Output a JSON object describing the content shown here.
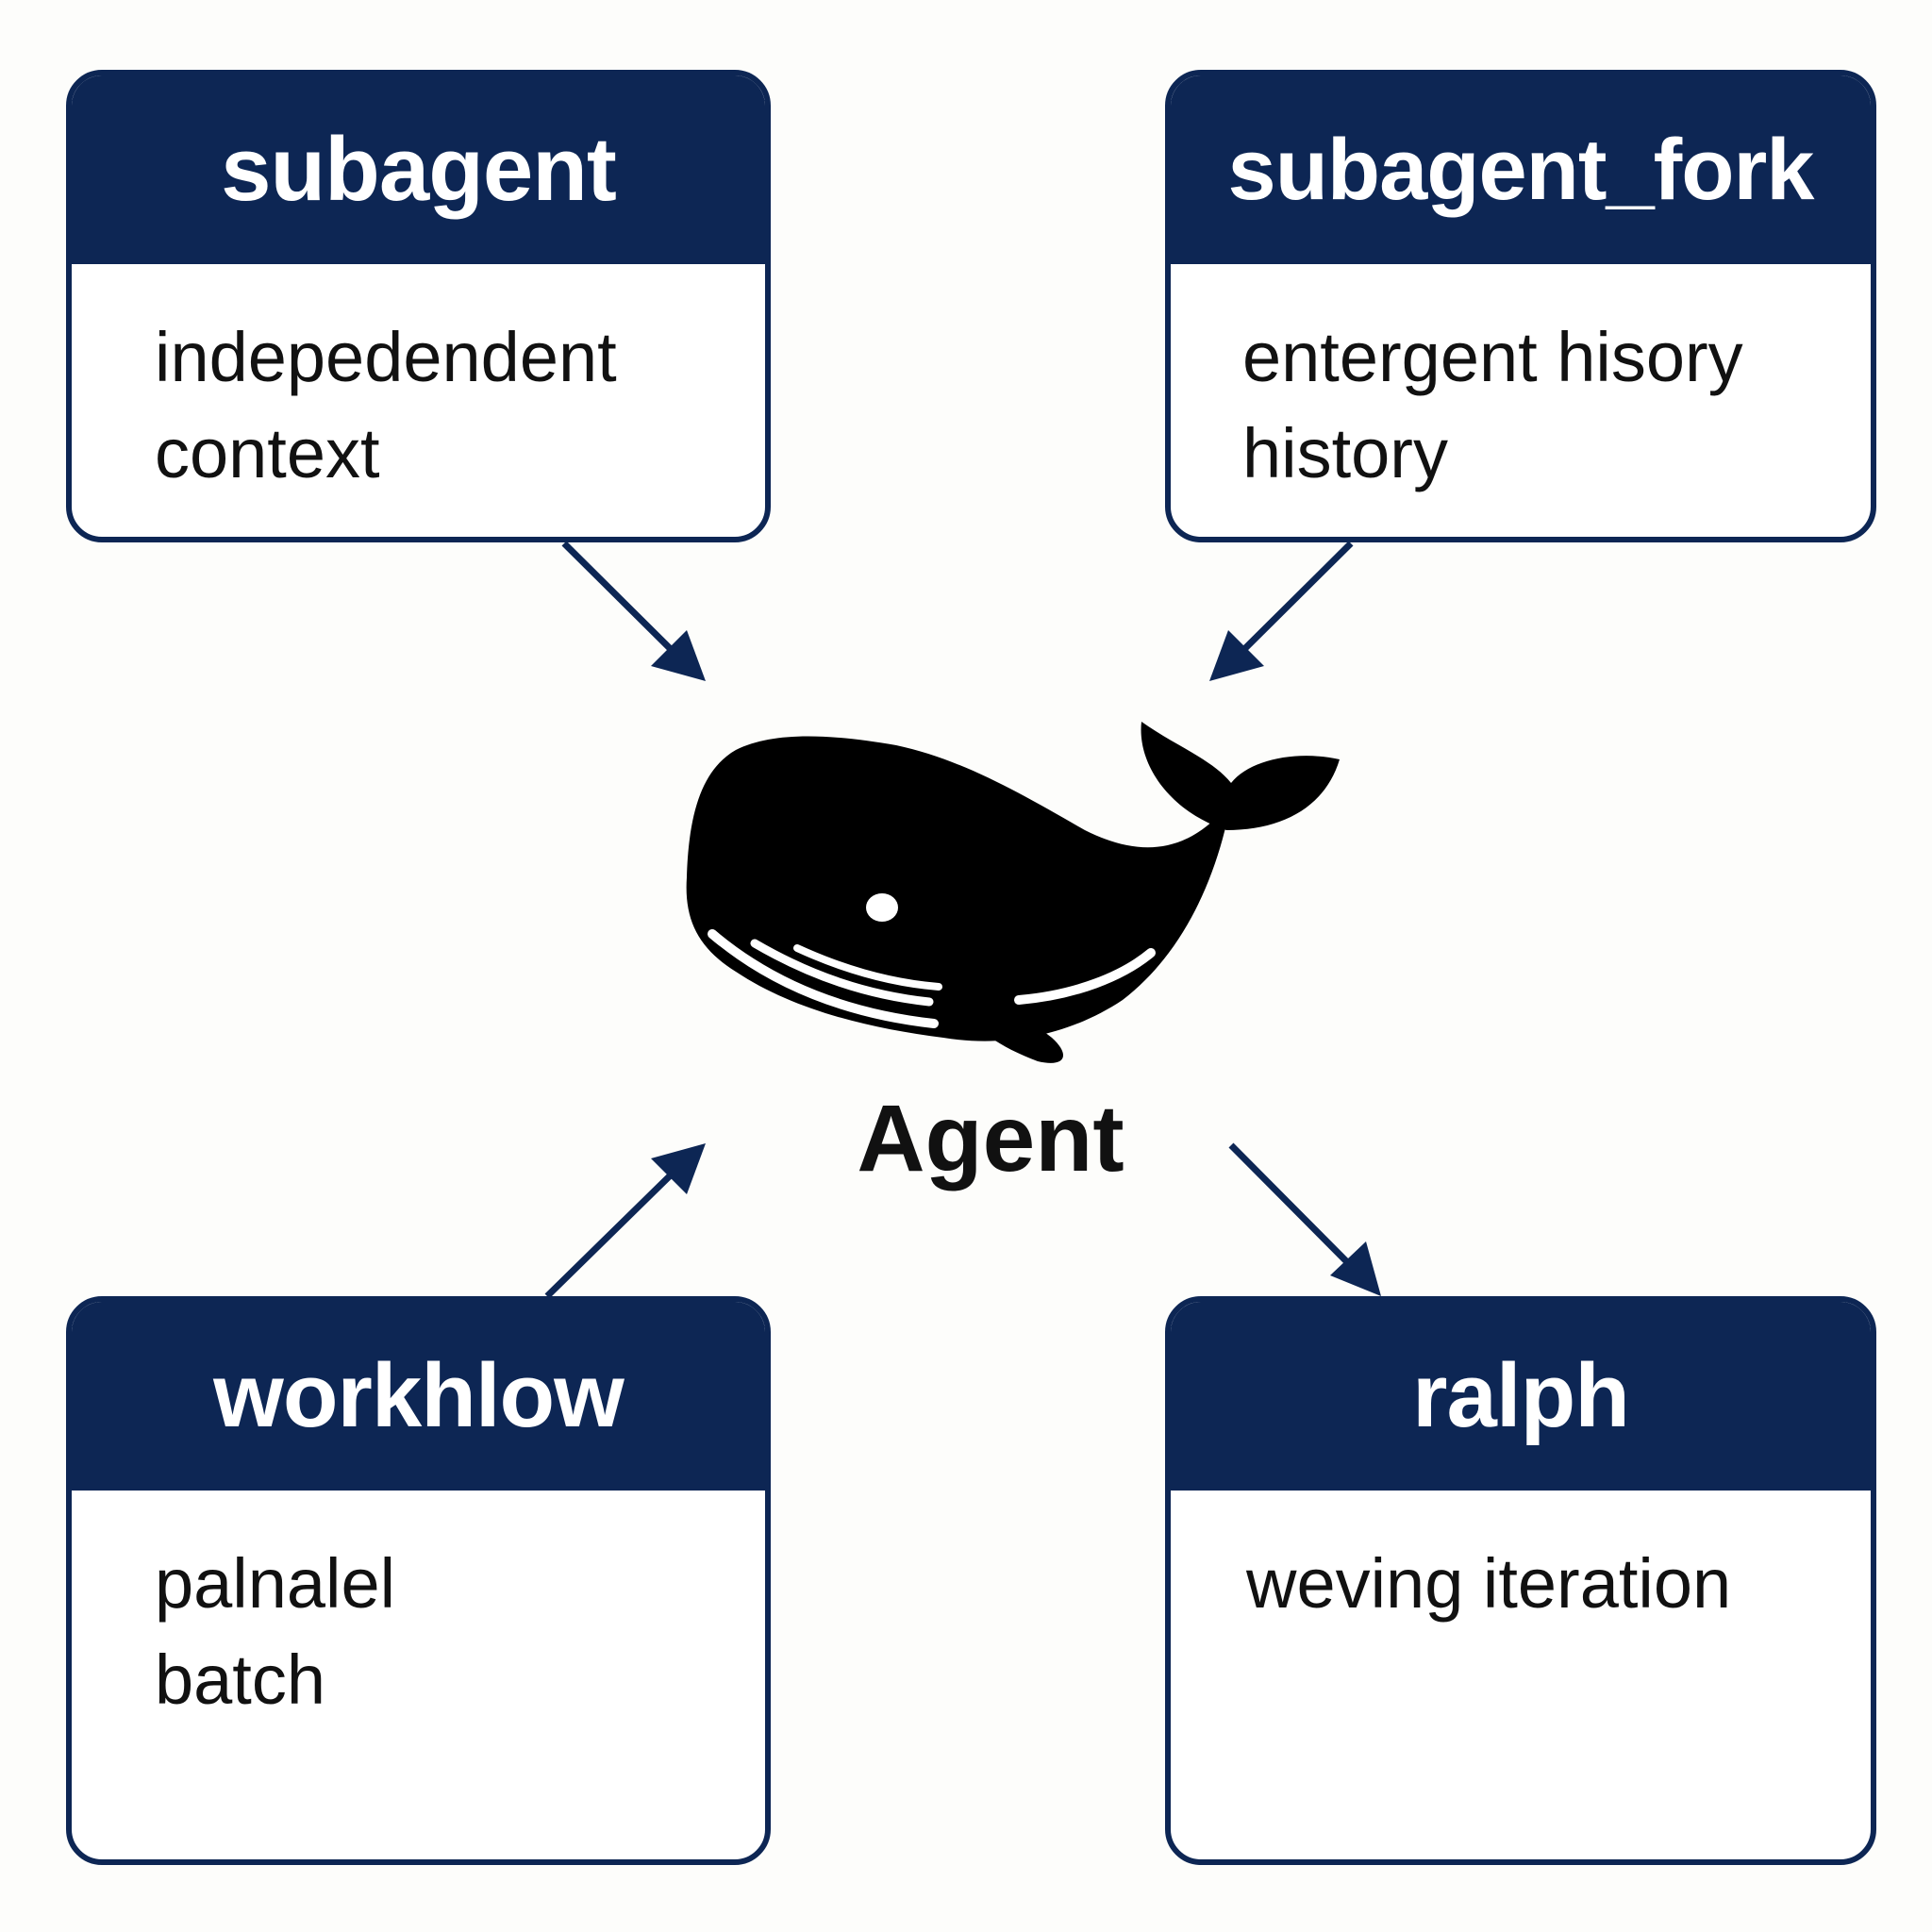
{
  "diagram": {
    "center": {
      "label": "Agent",
      "icon": "whale-icon"
    },
    "cards": [
      {
        "id": "subagent",
        "title": "subagent",
        "lines": [
          "indepedendent",
          "context"
        ]
      },
      {
        "id": "subagent-fork",
        "title": "subagent_fork",
        "lines": [
          "entergent hisory",
          "history"
        ]
      },
      {
        "id": "workflow",
        "title": "workhlow",
        "lines": [
          "palnalel",
          "batch"
        ]
      },
      {
        "id": "ralph",
        "title": "ralph",
        "lines": [
          "weving iteration"
        ]
      }
    ],
    "arrows": [
      {
        "from": "subagent",
        "to": "Agent"
      },
      {
        "from": "subagent_fork",
        "to": "Agent"
      },
      {
        "from": "workhlow",
        "to": "Agent"
      },
      {
        "from": "Agent",
        "to": "ralph"
      }
    ],
    "colors": {
      "header": "#0d2654",
      "arrow": "#0d2654",
      "whale": "#000000",
      "background": "#fdfdfb"
    }
  }
}
